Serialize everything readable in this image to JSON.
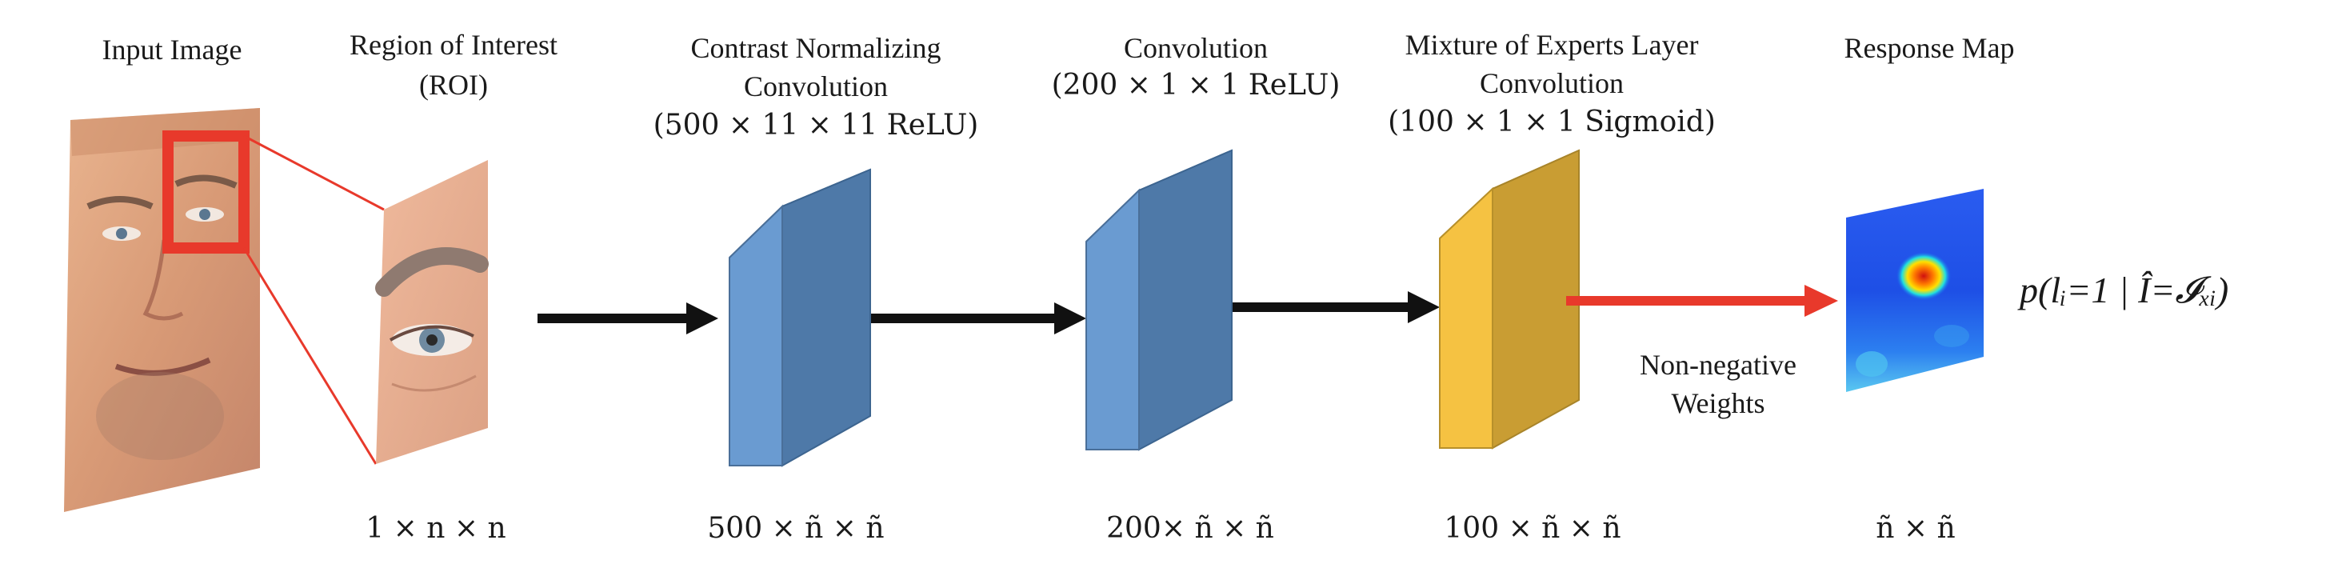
{
  "stages": {
    "input": {
      "title": "Input Image"
    },
    "roi": {
      "title_line1": "Region of Interest",
      "title_line2": "(ROI)",
      "dims": "1 × n × n"
    },
    "contrast": {
      "title_line1": "Contrast Normalizing",
      "title_line2": "Convolution",
      "title_line3": "(500 × 11 × 11 ReLU)",
      "dims": "500 × ñ × ñ",
      "color": "#6a9bd1"
    },
    "conv": {
      "title_line1": "Convolution",
      "title_line2": "(200 × 1 × 1 ReLU)",
      "dims": "200× ñ × ñ",
      "color": "#6a9bd1"
    },
    "moe": {
      "title_line1": "Mixture of Experts Layer",
      "title_line2": "Convolution",
      "title_line3": "(100 × 1 × 1 Sigmoid)",
      "dims": "100 × ñ × ñ",
      "color": "#f5c242"
    },
    "response": {
      "title": "Response Map",
      "dims": "ñ × ñ"
    }
  },
  "edge_label": {
    "line1": "Non-negative",
    "line2": "Weights",
    "color": "#e8392b"
  },
  "equation": "p(lᵢ=1 | Î=𝓘ₓᵢ)",
  "colors": {
    "highlight": "#e8392b",
    "arrow": "#111111"
  }
}
